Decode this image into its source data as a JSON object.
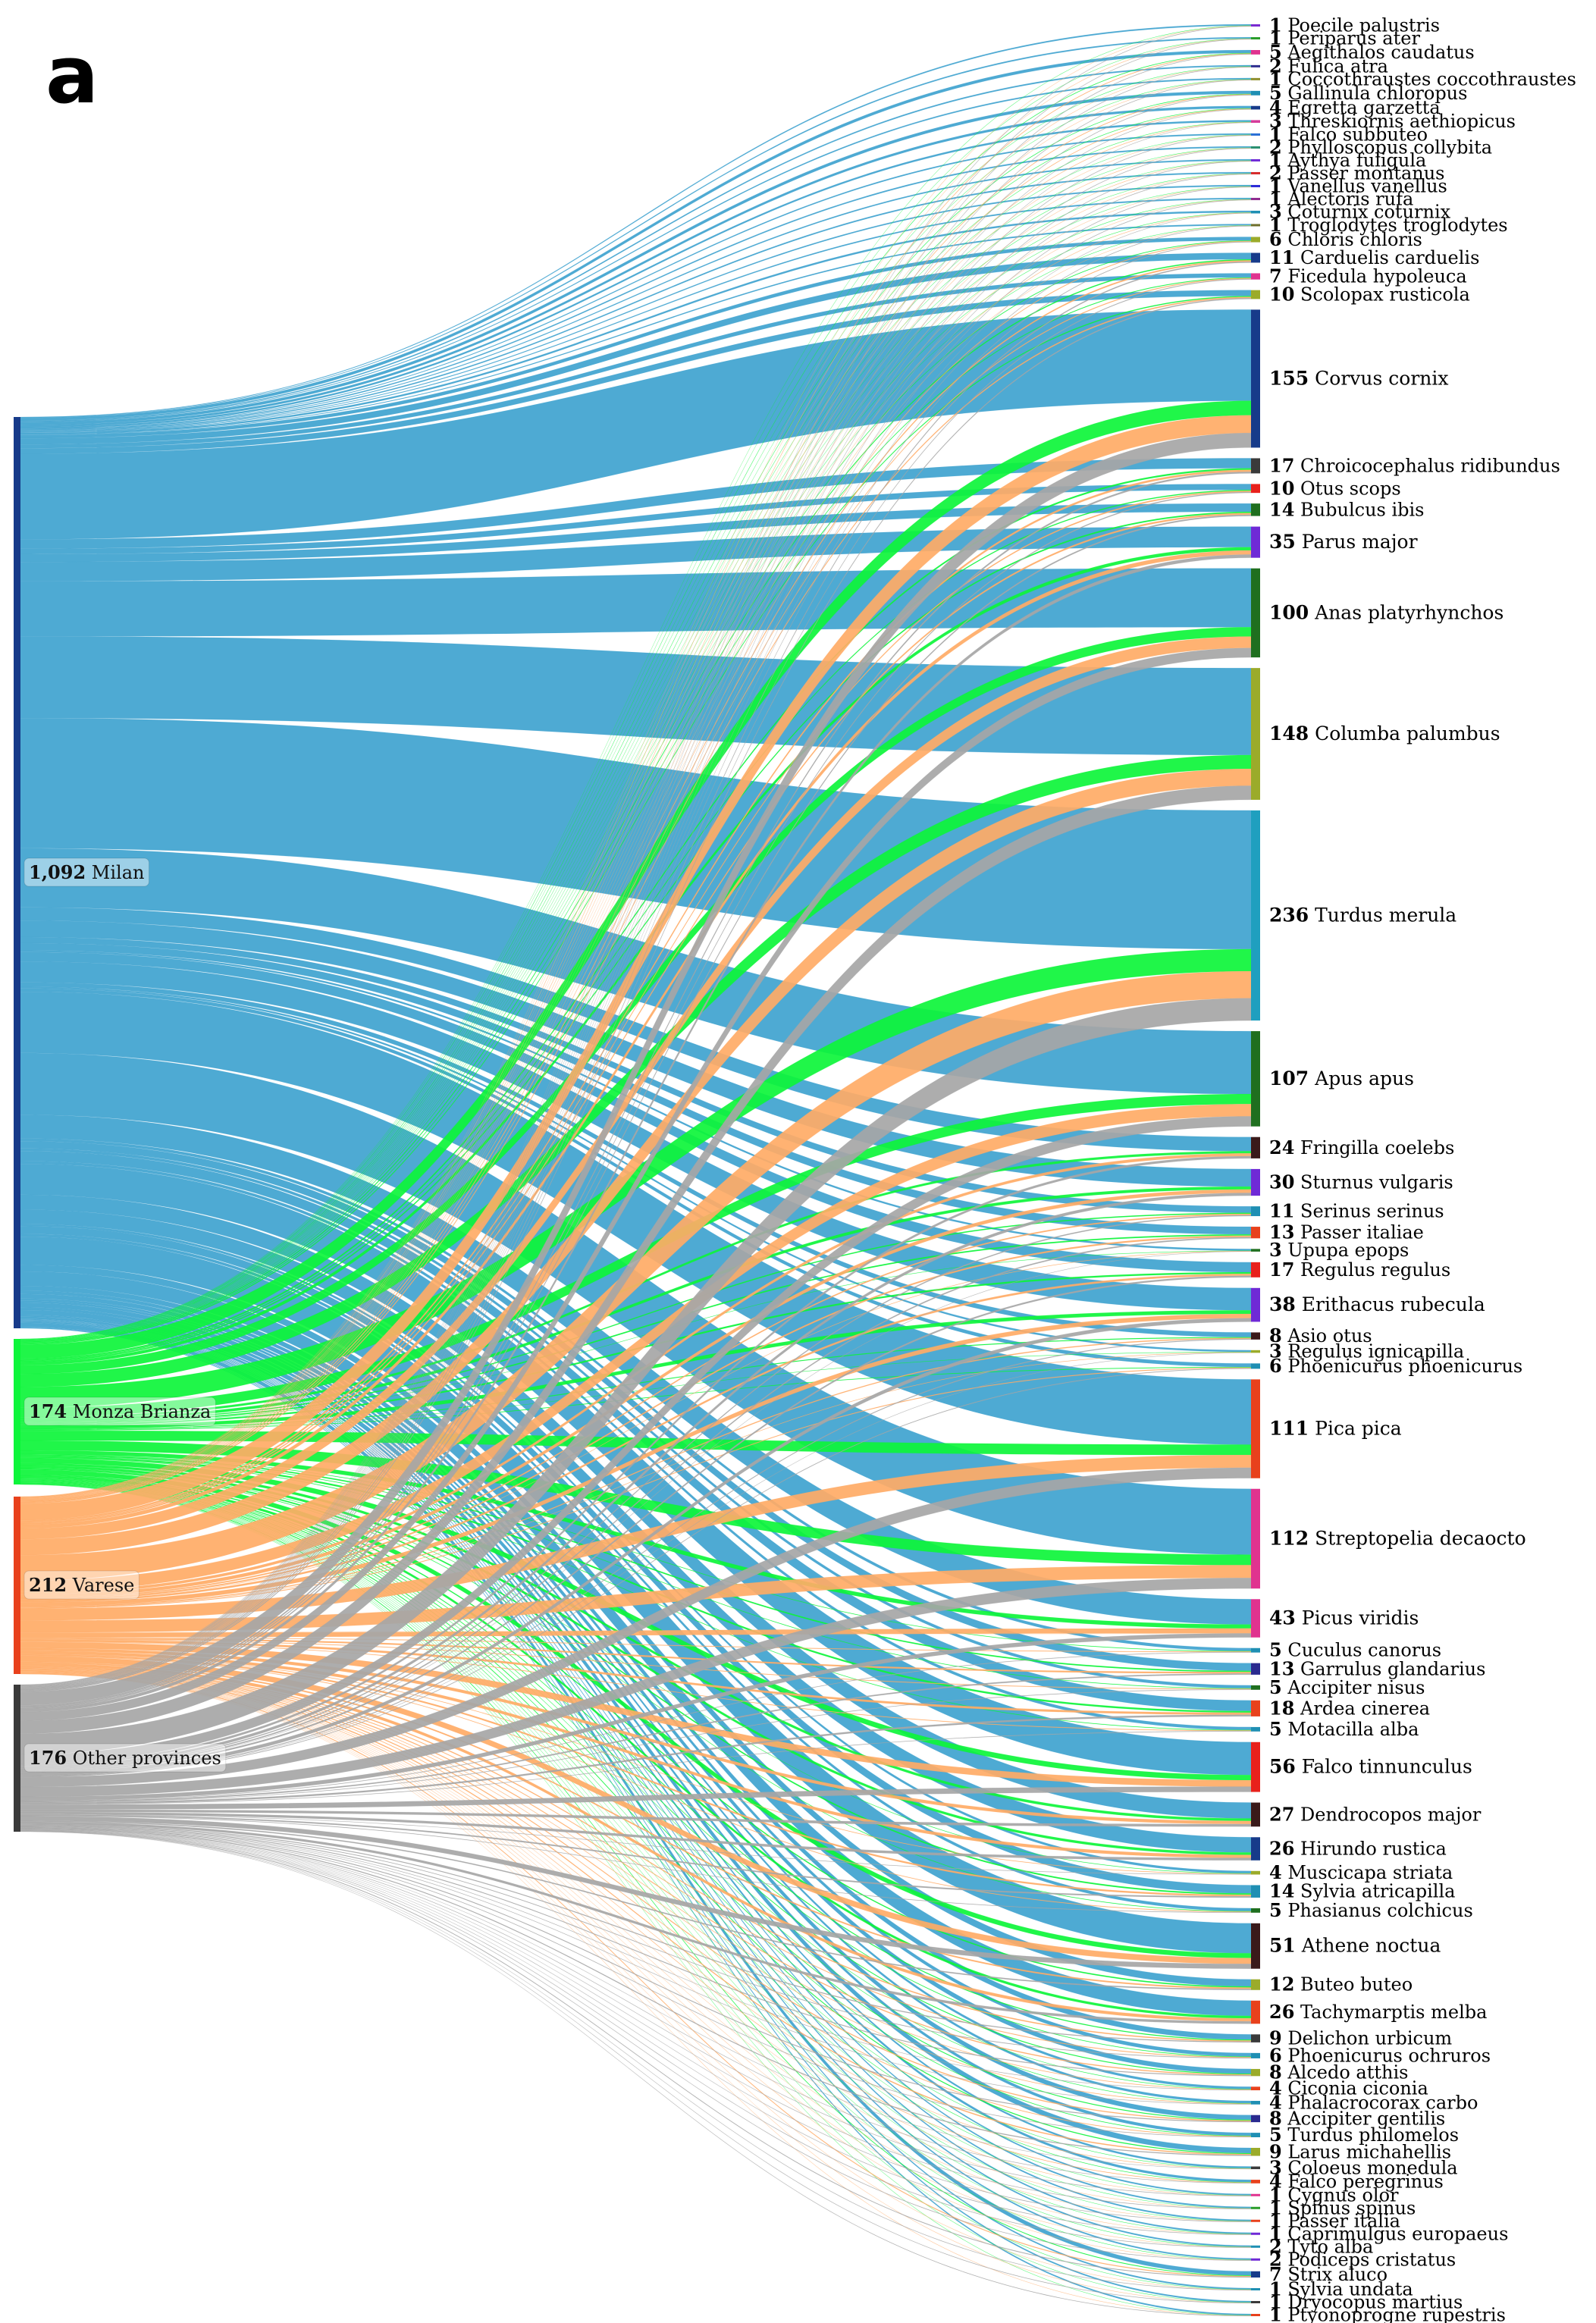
{
  "panel_letter": "a",
  "chart_data": {
    "type": "sankey",
    "sources": [
      {
        "name": "Milan",
        "value": 1092,
        "value_label": "1,092",
        "color": "#4aa8d2",
        "bar_color": "#173b8a"
      },
      {
        "name": "Monza Brianza",
        "value": 174,
        "value_label": "174",
        "color": "#0df53a",
        "bar_color": "#0df53a"
      },
      {
        "name": "Varese",
        "value": 212,
        "value_label": "212",
        "color": "#ffab66",
        "bar_color": "#e8411c"
      },
      {
        "name": "Other provinces",
        "value": 176,
        "value_label": "176",
        "color": "#a6a6a6",
        "bar_color": "#3a3a3a"
      }
    ],
    "targets": [
      {
        "name": "Poecile palustris",
        "value": 1,
        "color": "#7a2bd1"
      },
      {
        "name": "Periparus ater",
        "value": 1,
        "color": "#2a9d2a"
      },
      {
        "name": "Aegithalos caudatus",
        "value": 5,
        "color": "#e0338f"
      },
      {
        "name": "Fulica atra",
        "value": 2,
        "color": "#2e2e8f"
      },
      {
        "name": "Coccothraustes coccothraustes",
        "value": 1,
        "color": "#8f8f2e"
      },
      {
        "name": "Gallinula chloropus",
        "value": 5,
        "color": "#1f8fb3"
      },
      {
        "name": "Egretta garzetta",
        "value": 4,
        "color": "#173b8a"
      },
      {
        "name": "Threskiornis aethiopicus",
        "value": 3,
        "color": "#d63b9a"
      },
      {
        "name": "Falco subbuteo",
        "value": 1,
        "color": "#2a6fd6"
      },
      {
        "name": "Phylloscopus collybita",
        "value": 2,
        "color": "#2a8f6f"
      },
      {
        "name": "Aythya fuligula",
        "value": 1,
        "color": "#6f2ad6"
      },
      {
        "name": "Passer montanus",
        "value": 2,
        "color": "#d62a2a"
      },
      {
        "name": "Vanellus vanellus",
        "value": 1,
        "color": "#2a2ad6"
      },
      {
        "name": "Alectoris rufa",
        "value": 1,
        "color": "#8f2a8f"
      },
      {
        "name": "Coturnix coturnix",
        "value": 3,
        "color": "#1f8fb3"
      },
      {
        "name": "Troglodytes troglodytes",
        "value": 1,
        "color": "#6f6f2a"
      },
      {
        "name": "Chloris chloris",
        "value": 6,
        "color": "#9bab2a"
      },
      {
        "name": "Carduelis carduelis",
        "value": 11,
        "color": "#173b8a"
      },
      {
        "name": "Ficedula hypoleuca",
        "value": 7,
        "color": "#e0338f"
      },
      {
        "name": "Scolopax rusticola",
        "value": 10,
        "color": "#9bab2a"
      },
      {
        "name": "Corvus cornix",
        "value": 155,
        "color": "#173b8a"
      },
      {
        "name": "Chroicocephalus ridibundus",
        "value": 17,
        "color": "#3a3a3a"
      },
      {
        "name": "Otus scops",
        "value": 10,
        "color": "#e8211c"
      },
      {
        "name": "Bubulcus ibis",
        "value": 14,
        "color": "#1f6f1f"
      },
      {
        "name": "Parus major",
        "value": 35,
        "color": "#6f2ad6"
      },
      {
        "name": "Anas platyrhynchos",
        "value": 100,
        "color": "#1f6f1f"
      },
      {
        "name": "Columba palumbus",
        "value": 148,
        "color": "#9bab2a"
      },
      {
        "name": "Turdus merula",
        "value": 236,
        "color": "#1f9fbf"
      },
      {
        "name": "Apus apus",
        "value": 107,
        "color": "#1f6f1f"
      },
      {
        "name": "Fringilla coelebs",
        "value": 24,
        "color": "#3a1a1a"
      },
      {
        "name": "Sturnus vulgaris",
        "value": 30,
        "color": "#6f2ad6"
      },
      {
        "name": "Serinus serinus",
        "value": 11,
        "color": "#1f8fb3"
      },
      {
        "name": "Passer italiae",
        "value": 13,
        "color": "#e8411c"
      },
      {
        "name": "Upupa epops",
        "value": 3,
        "color": "#1f6f1f"
      },
      {
        "name": "Regulus regulus",
        "value": 17,
        "color": "#e8211c"
      },
      {
        "name": "Erithacus rubecula",
        "value": 38,
        "color": "#6f2ad6"
      },
      {
        "name": "Asio otus",
        "value": 8,
        "color": "#3a1a1a"
      },
      {
        "name": "Regulus ignicapilla",
        "value": 3,
        "color": "#9bab2a"
      },
      {
        "name": "Phoenicurus phoenicurus",
        "value": 6,
        "color": "#1f8fb3"
      },
      {
        "name": "Pica pica",
        "value": 111,
        "color": "#e8411c"
      },
      {
        "name": "Streptopelia decaocto",
        "value": 112,
        "color": "#e0338f"
      },
      {
        "name": "Picus viridis",
        "value": 43,
        "color": "#e0338f"
      },
      {
        "name": "Cuculus canorus",
        "value": 5,
        "color": "#1f8fb3"
      },
      {
        "name": "Garrulus glandarius",
        "value": 13,
        "color": "#2a2a8f"
      },
      {
        "name": "Accipiter nisus",
        "value": 5,
        "color": "#1f6f1f"
      },
      {
        "name": "Ardea cinerea",
        "value": 18,
        "color": "#e8411c"
      },
      {
        "name": "Motacilla alba",
        "value": 5,
        "color": "#1f8fb3"
      },
      {
        "name": "Falco tinnunculus",
        "value": 56,
        "color": "#e8211c"
      },
      {
        "name": "Dendrocopos major",
        "value": 27,
        "color": "#3a1a1a"
      },
      {
        "name": "Hirundo rustica",
        "value": 26,
        "color": "#173b8a"
      },
      {
        "name": "Muscicapa striata",
        "value": 4,
        "color": "#9bab2a"
      },
      {
        "name": "Sylvia atricapilla",
        "value": 14,
        "color": "#1f8fb3"
      },
      {
        "name": "Phasianus colchicus",
        "value": 5,
        "color": "#1f6f1f"
      },
      {
        "name": "Athene noctua",
        "value": 51,
        "color": "#3a1a1a"
      },
      {
        "name": "Buteo buteo",
        "value": 12,
        "color": "#9bab2a"
      },
      {
        "name": "Tachymarptis melba",
        "value": 26,
        "color": "#e8411c"
      },
      {
        "name": "Delichon urbicum",
        "value": 9,
        "color": "#3a3a3a"
      },
      {
        "name": "Phoenicurus ochruros",
        "value": 6,
        "color": "#1f8fb3"
      },
      {
        "name": "Alcedo atthis",
        "value": 8,
        "color": "#9bab2a"
      },
      {
        "name": "Ciconia ciconia",
        "value": 4,
        "color": "#e8411c"
      },
      {
        "name": "Phalacrocorax carbo",
        "value": 4,
        "color": "#1f8fb3"
      },
      {
        "name": "Accipiter gentilis",
        "value": 8,
        "color": "#2a2a8f"
      },
      {
        "name": "Turdus philomelos",
        "value": 5,
        "color": "#1f8fb3"
      },
      {
        "name": "Larus michahellis",
        "value": 9,
        "color": "#9bab2a"
      },
      {
        "name": "Coloeus monedula",
        "value": 3,
        "color": "#3a3a3a"
      },
      {
        "name": "Falco peregrinus",
        "value": 4,
        "color": "#e8411c"
      },
      {
        "name": "Cygnus olor",
        "value": 1,
        "color": "#e0338f"
      },
      {
        "name": "Spinus spinus",
        "value": 1,
        "color": "#2a9d2a"
      },
      {
        "name": "Passer italia",
        "value": 1,
        "color": "#e8411c"
      },
      {
        "name": "Caprimulgus europaeus",
        "value": 1,
        "color": "#6f2ad6"
      },
      {
        "name": "Tyto alba",
        "value": 2,
        "color": "#1f8fb3"
      },
      {
        "name": "Podiceps cristatus",
        "value": 2,
        "color": "#6f2ad6"
      },
      {
        "name": "Strix aluco",
        "value": 7,
        "color": "#173b8a"
      },
      {
        "name": "Sylvia undata",
        "value": 1,
        "color": "#1f8fb3"
      },
      {
        "name": "Dryocopus martius",
        "value": 1,
        "color": "#3a3a3a"
      },
      {
        "name": "Ptyonoprogne rupestris",
        "value": 1,
        "color": "#e8411c"
      }
    ]
  }
}
